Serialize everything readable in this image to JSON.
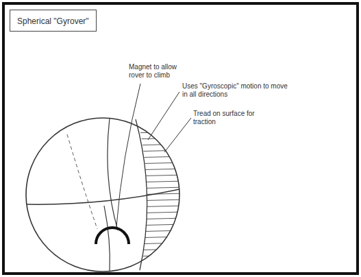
{
  "diagram": {
    "title": "Spherical \"Gyrover\"",
    "labels": [
      "Magnet to allow rover to climb",
      "Uses \"Gyroscopic\" motion to move in all directions",
      "Tread on surface for traction"
    ]
  }
}
